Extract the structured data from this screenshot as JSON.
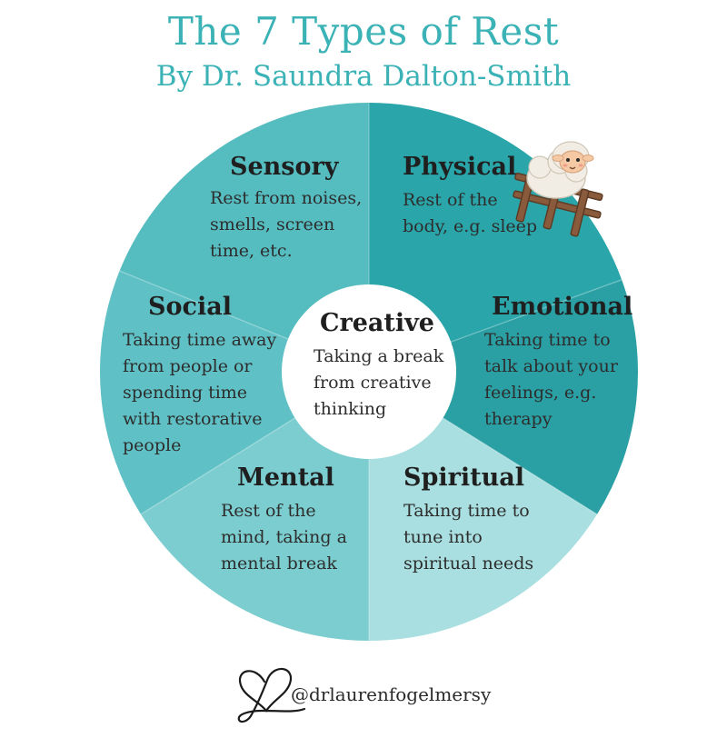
{
  "header": {
    "title": "The 7 Types of Rest",
    "subtitle": "By Dr. Saundra Dalton-Smith"
  },
  "colors": {
    "title": "#3bb2b5",
    "sensory": "#55bcc0",
    "physical": "#2aa6aa",
    "emotional": "#2aa0a4",
    "spiritual": "#a9dfe0",
    "mental": "#7ccdd0",
    "social": "#5fc1c5",
    "divider": "#ffffff",
    "center": "#ffffff"
  },
  "wheel": {
    "center": {
      "name": "Creative",
      "description": "Taking a break\nfrom creative\nthinking"
    },
    "segments": [
      {
        "key": "sensory",
        "name": "Sensory",
        "description": "Rest from noises,\nsmells, screen\ntime, etc."
      },
      {
        "key": "physical",
        "name": "Physical",
        "description": "Rest of the\nbody, e.g. sleep"
      },
      {
        "key": "emotional",
        "name": "Emotional",
        "description": "Taking time to\ntalk about your\nfeelings, e.g.\ntherapy"
      },
      {
        "key": "spiritual",
        "name": "Spiritual",
        "description": "Taking time to\ntune into\nspiritual needs"
      },
      {
        "key": "mental",
        "name": "Mental",
        "description": "Rest of the\nmind, taking a\nmental break"
      },
      {
        "key": "social",
        "name": "Social",
        "description": "Taking time away\nfrom people or\nspending time\nwith restorative\npeople"
      }
    ]
  },
  "footer": {
    "handle": "@drlaurenfogelmersy",
    "logo_icon": "heart-signature-icon"
  },
  "decoration": {
    "icon": "sheep-jumping-fence-icon"
  }
}
